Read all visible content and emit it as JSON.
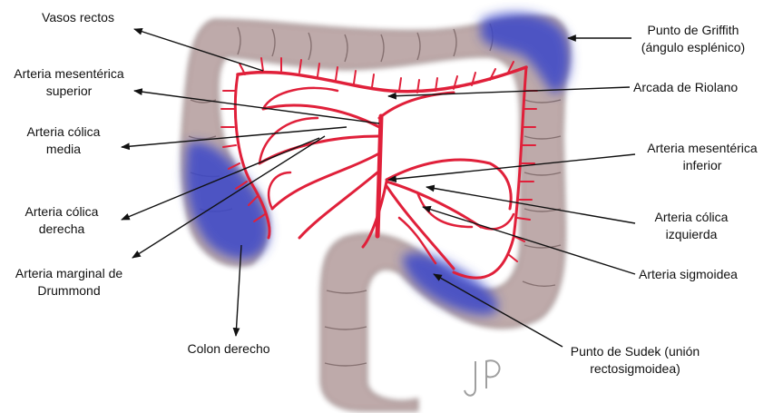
{
  "labels": {
    "vasos_rectos": [
      "Vasos rectos"
    ],
    "mesenterica_superior": [
      "Arteria mesentérica",
      "superior"
    ],
    "colica_media": [
      "Arteria cólica",
      "media"
    ],
    "colica_derecha": [
      "Arteria cólica",
      "derecha"
    ],
    "marginal_drummond": [
      "Arteria marginal de",
      "Drummond"
    ],
    "colon_derecho": [
      "Colon derecho"
    ],
    "punto_griffith": [
      "Punto de Griffith",
      "(ángulo esplénico)"
    ],
    "arcada_riolano": [
      "Arcada de Riolano"
    ],
    "mesenterica_inferior": [
      "Arteria mesentérica",
      "inferior"
    ],
    "colica_izquierda": [
      "Arteria cólica",
      "izquierda"
    ],
    "sigmoidea": [
      "Arteria sigmoidea"
    ],
    "punto_sudek": [
      "Punto de Sudek (unión",
      "rectosigmoidea)"
    ]
  },
  "signature": "JP",
  "colors": {
    "colon": "#b9a3a3",
    "colon_edge": "#7d6868",
    "artery": "#e0203a",
    "ischemic": "#3a46c8",
    "line": "#111111"
  }
}
